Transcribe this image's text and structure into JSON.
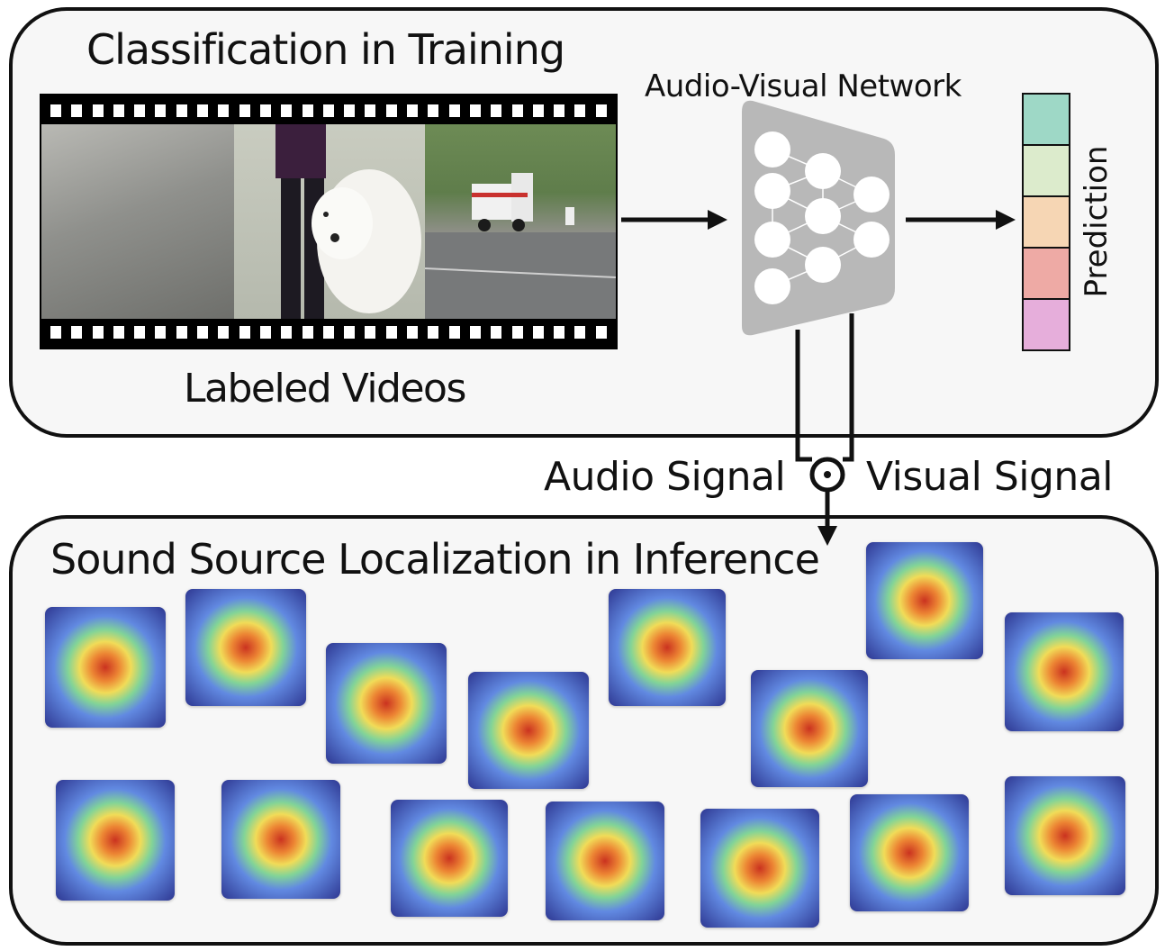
{
  "diagram": {
    "top_panel": {
      "title": "Classification in Training",
      "videos_caption": "Labeled Videos",
      "network_title": "Audio-Visual Network",
      "prediction_label": "Prediction",
      "prediction_colors": [
        "#9ed8c6",
        "#dcebcc",
        "#f6d6b4",
        "#eeaaa5",
        "#e6aedb"
      ]
    },
    "signals": {
      "audio_label": "Audio Signal",
      "visual_label": "Visual Signal",
      "fusion_symbol": "elementwise-product-icon"
    },
    "bottom_panel": {
      "title": "Sound Source Localization in Inference"
    },
    "colors": {
      "panel_background": "#f7f7f7",
      "network_fill": "#b8b8b8",
      "line": "#111111"
    }
  }
}
